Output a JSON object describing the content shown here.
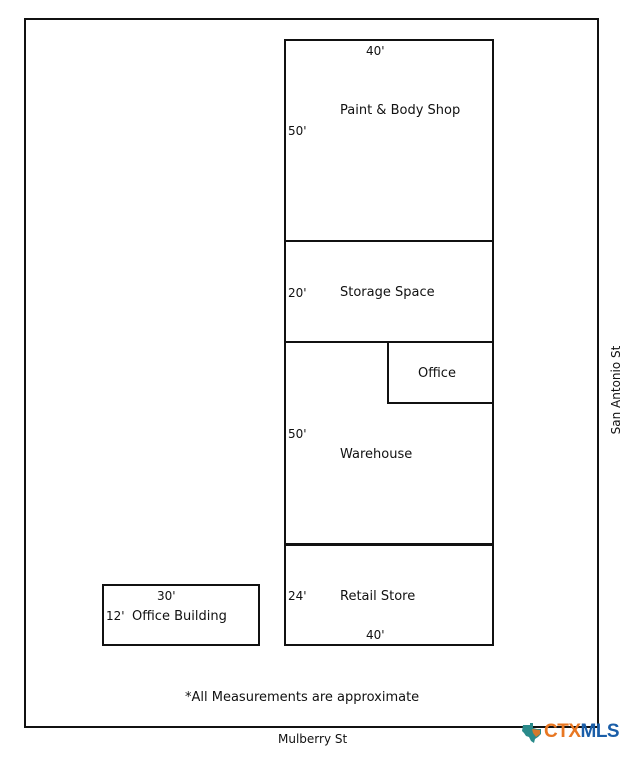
{
  "streets": {
    "east": "San Antonio St",
    "south": "Mulberry St"
  },
  "buildings": {
    "paint_body": {
      "name": "Paint & Body Shop",
      "width": "40'",
      "depth": "50'"
    },
    "storage": {
      "name": "Storage Space",
      "depth": "20'"
    },
    "office": {
      "name": "Office"
    },
    "warehouse": {
      "name": "Warehouse",
      "depth": "50'"
    },
    "retail": {
      "name": "Retail Store",
      "depth": "24'",
      "width": "40'"
    },
    "office_building": {
      "name": "Office Building",
      "width": "30'",
      "depth": "12'"
    }
  },
  "note": "*All Measurements are approximate",
  "logo": {
    "part1": "CTX",
    "part2": "MLS",
    "icon": "texas-map-icon"
  },
  "colors": {
    "outline": "#111111",
    "logo_orange": "#e87722",
    "logo_blue": "#1a5ea8",
    "logo_teal": "#2a8a8a"
  }
}
